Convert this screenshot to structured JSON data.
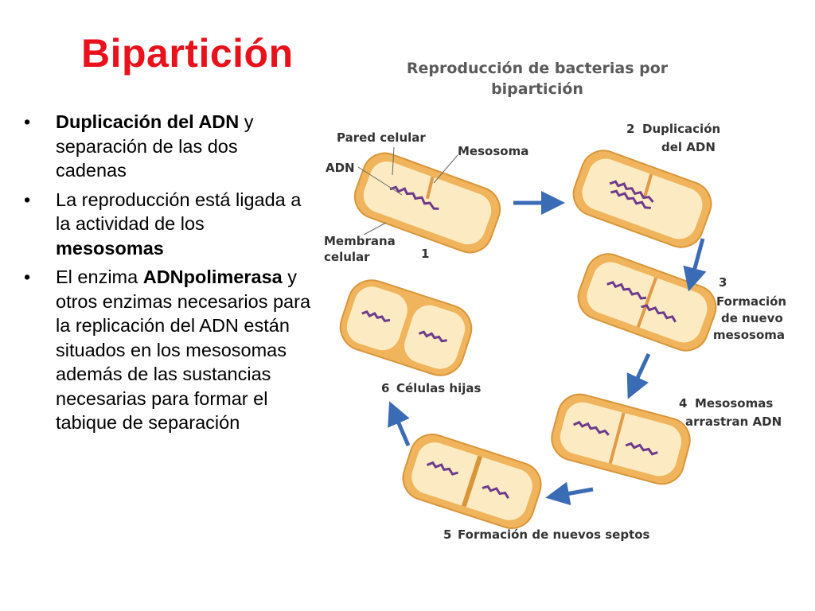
{
  "slide": {
    "title": "Bipartición"
  },
  "bullets": [
    {
      "bold_lead": "Duplicación del ADN",
      "text": " y separación de las dos cadenas"
    },
    {
      "text": "La reproducción está ligada a la actividad de los ",
      "bold_tail": "mesosomas"
    },
    {
      "text": "El enzima ",
      "bold_mid": "ADNpolimerasa",
      "text_after": " y otros enzimas necesarios para la replicación del ADN están situados en los mesosomas además de las sustancias necesarias para formar el tabique de separación"
    }
  ],
  "diagram": {
    "title_line1": "Reproducción de bacterias por",
    "title_line2": "bipartición",
    "labels": {
      "pared_celular": "Pared celular",
      "mesosoma": "Mesosoma",
      "adn": "ADN",
      "membrana_line1": "Membrana",
      "membrana_line2": "celular"
    },
    "steps": [
      {
        "num": "1",
        "lines": []
      },
      {
        "num": "2",
        "lines": [
          "Duplicación",
          "del ADN"
        ]
      },
      {
        "num": "3",
        "lines": [
          "Formación",
          "de nuevo",
          "mesosoma"
        ]
      },
      {
        "num": "4",
        "lines": [
          "Mesosomas",
          "arrastran ADN"
        ]
      },
      {
        "num": "5",
        "lines": [
          "Formación de nuevos septos"
        ]
      },
      {
        "num": "6",
        "lines": [
          "Células hijas"
        ]
      }
    ],
    "colors": {
      "cell_wall": "#f0b45c",
      "cytoplasm": "#fcebc2",
      "dna": "#6e3a8c",
      "arrow": "#3a6bb5",
      "text": "#333333",
      "title": "#5a5a5a"
    }
  }
}
